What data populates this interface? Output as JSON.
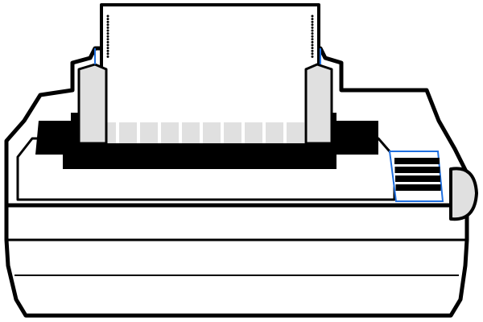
{
  "illustration": {
    "subject": "dot-matrix-printer",
    "icon": "printer-icon"
  },
  "colors": {
    "outline": "#000000",
    "body": "#ffffff",
    "paper_guide": "#e0e0e0",
    "accent_blue": "#1f6fe0"
  },
  "paper": {
    "sprocket_holes_per_side": 15
  },
  "control_panel": {
    "button_count": 4
  }
}
